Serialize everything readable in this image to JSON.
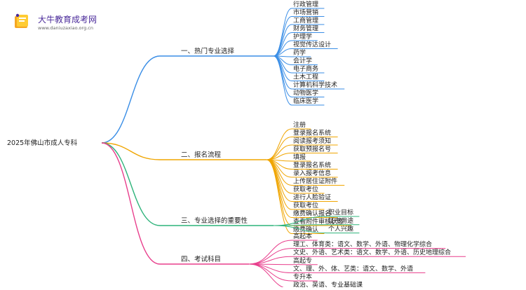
{
  "logo": {
    "title": "大牛教育成考网",
    "url": "www.daniuzaxiao.org.cn"
  },
  "root": {
    "label": "2025年佛山市成人专科"
  },
  "branches": [
    {
      "label": "一、热门专业选择",
      "color": "#3a8ee6",
      "leaves": [
        "行政管理",
        "市场营销",
        "工商管理",
        "财务管理",
        "护理学",
        "视觉传达设计",
        "药学",
        "会计学",
        "电子商务",
        "土木工程",
        "计算机科学技术",
        "动物医学",
        "临床医学"
      ]
    },
    {
      "label": "二、报名流程",
      "color": "#f0a500",
      "leaves": [
        "注册",
        "登录报名系统",
        "阅读报考须知",
        "获取预报名号",
        "填报",
        "登录报名系统",
        "录入报考信息",
        "上传居住证附件",
        "获取考位",
        "进行人脸验证",
        "获取考位",
        "缴费确认报名",
        "查看附件审核状态",
        "缴费确认"
      ]
    },
    {
      "label": "三、专业选择的重要性",
      "color": "#2db37a",
      "leaves": [
        "职业目标",
        "证书用途",
        "个人兴趣"
      ]
    },
    {
      "label": "四、考试科目",
      "color": "#e83e8c",
      "leaves": [
        "高起本",
        "理工、体育类：语文、数学、外语、物理化学综合",
        "文史、外语、艺术类：语文、数学、外语、历史地理综合",
        "高起专",
        "文、理、外、体、艺类：语文、数学、外语",
        "专升本",
        "政治、英语、专业基础课"
      ]
    }
  ]
}
